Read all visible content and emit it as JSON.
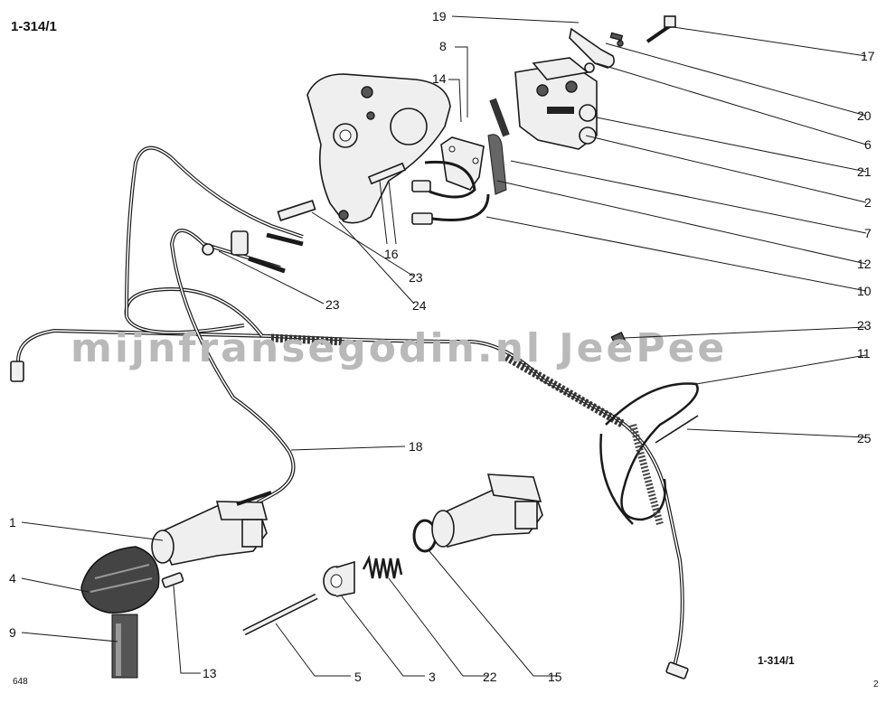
{
  "figure": {
    "ref_top_left": "1-314/1",
    "ref_bottom_right": "1-314/1",
    "ref_bottom_left": "648",
    "page_mark": "2",
    "watermark": "mijnfransegodin.nl JeePee"
  },
  "callouts": {
    "c1": "1",
    "c2": "2",
    "c3": "3",
    "c4": "4",
    "c5": "5",
    "c6": "6",
    "c7": "7",
    "c8": "8",
    "c9": "9",
    "c10": "10",
    "c11": "11",
    "c12": "12",
    "c13": "13",
    "c14": "14",
    "c15": "15",
    "c16": "16",
    "c17": "17",
    "c18": "18",
    "c19": "19",
    "c20": "20",
    "c21": "21",
    "c22": "22",
    "c23a": "23",
    "c23b": "23",
    "c23c": "23",
    "c24": "24",
    "c25": "25"
  }
}
